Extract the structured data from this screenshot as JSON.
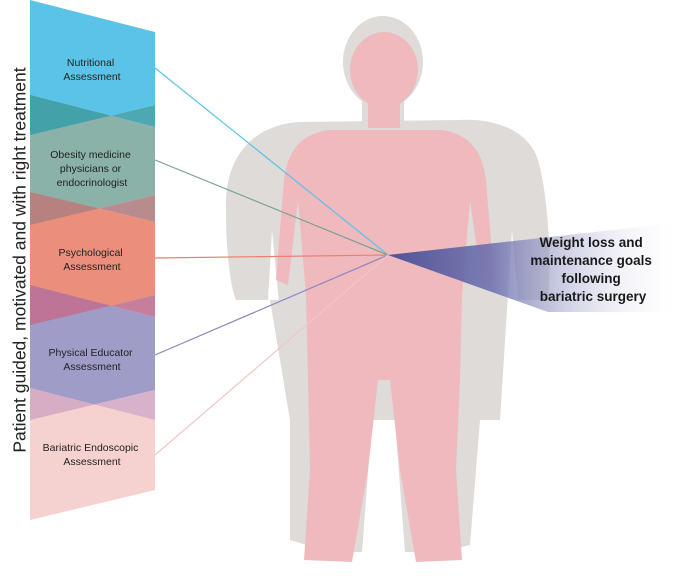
{
  "side_label": "Patient guided, motivated and  with right treatment",
  "assessments": [
    {
      "line1": "Nutritional",
      "line2": "Assessment",
      "line3": "",
      "color": "#5cc3e8"
    },
    {
      "line1": "Obesity medicine",
      "line2": "physicians or",
      "line3": "endocrinologist",
      "color": "#8ab2a8"
    },
    {
      "line1": "Psychological",
      "line2": "Assessment",
      "line3": "",
      "color": "#eb8f7c"
    },
    {
      "line1": "Physical Educator",
      "line2": "Assessment",
      "line3": "",
      "color": "#a09cc8"
    },
    {
      "line1": "Bariatric Endoscopic",
      "line2": "Assessment",
      "line3": "",
      "color": "#f5d2d0"
    }
  ],
  "goal": {
    "line1": "Weight loss and",
    "line2": "maintenance goals",
    "line3": "following",
    "line4": "bariatric surgery",
    "color": "#5b5fa0"
  },
  "colors": {
    "overlap_1": "#3a9ea8",
    "overlap_2": "#b08080",
    "overlap_3": "#c07090",
    "overlap_4": "#d4a8c4",
    "silhouette_gray": "#dedbd8",
    "silhouette_pink": "#f0b9be"
  }
}
